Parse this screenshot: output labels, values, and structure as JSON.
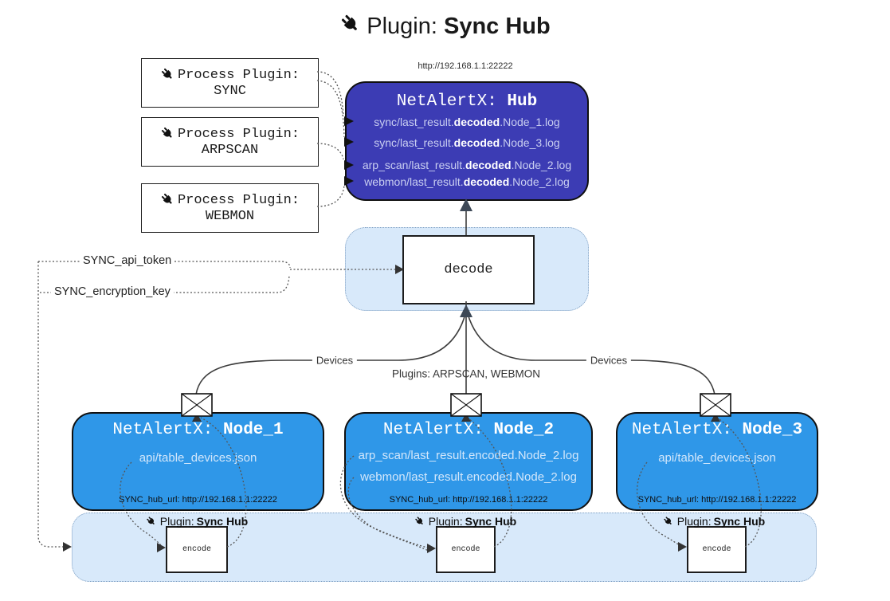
{
  "title": {
    "prefix": "Plugin: ",
    "bold": "Sync Hub"
  },
  "process_plugins": [
    {
      "label": "Process Plugin:",
      "name": "SYNC"
    },
    {
      "label": "Process Plugin:",
      "name": "ARPSCAN"
    },
    {
      "label": "Process Plugin:",
      "name": "WEBMON"
    }
  ],
  "hub": {
    "url": "http://192.168.1.1:22222",
    "title_prefix": "NetAlertX: ",
    "title_bold": "Hub",
    "lines": [
      {
        "pre": "sync/last_result.",
        "bold": "decoded",
        "post": ".Node_1.log"
      },
      {
        "pre": "sync/last_result.",
        "bold": "decoded",
        "post": ".Node_3.log"
      },
      {
        "pre": "arp_scan/last_result.",
        "bold": "decoded",
        "post": ".Node_2.log"
      },
      {
        "pre": "webmon/last_result.",
        "bold": "decoded",
        "post": ".Node_2.log"
      }
    ]
  },
  "decode": {
    "label": "decode"
  },
  "tokens": {
    "api_token": "SYNC_api_token",
    "encryption_key": "SYNC_encryption_key"
  },
  "edges": {
    "devices_left": "Devices",
    "devices_right": "Devices",
    "plugins_middle": "Plugins: ARPSCAN, WEBMON"
  },
  "nodes": [
    {
      "title_prefix": "NetAlertX: ",
      "title_bold": "Node_1",
      "lines": [
        "api/table_devices.json"
      ],
      "hub_url": "SYNC_hub_url: http://192.168.1.1:22222"
    },
    {
      "title_prefix": "NetAlertX: ",
      "title_bold": "Node_2",
      "lines": [
        "arp_scan/last_result.encoded.Node_2.log",
        "webmon/last_result.encoded.Node_2.log"
      ],
      "hub_url": "SYNC_hub_url: http://192.168.1.1:22222"
    },
    {
      "title_prefix": "NetAlertX: ",
      "title_bold": "Node_3",
      "lines": [
        "api/table_devices.json"
      ],
      "hub_url": "SYNC_hub_url: http://192.168.1.1:22222"
    }
  ],
  "encode_band": {
    "plugin_label_prefix": "Plugin: ",
    "plugin_label_bold": "Sync Hub",
    "encode_label": "encode"
  },
  "icons": [
    "plug-icon",
    "envelope-icon"
  ],
  "colors": {
    "hub_fill": "#3c3cb4",
    "node_fill": "#2f97e8",
    "band_fill": "#d8e9fa",
    "hub_text_dim": "#c9cef1"
  }
}
